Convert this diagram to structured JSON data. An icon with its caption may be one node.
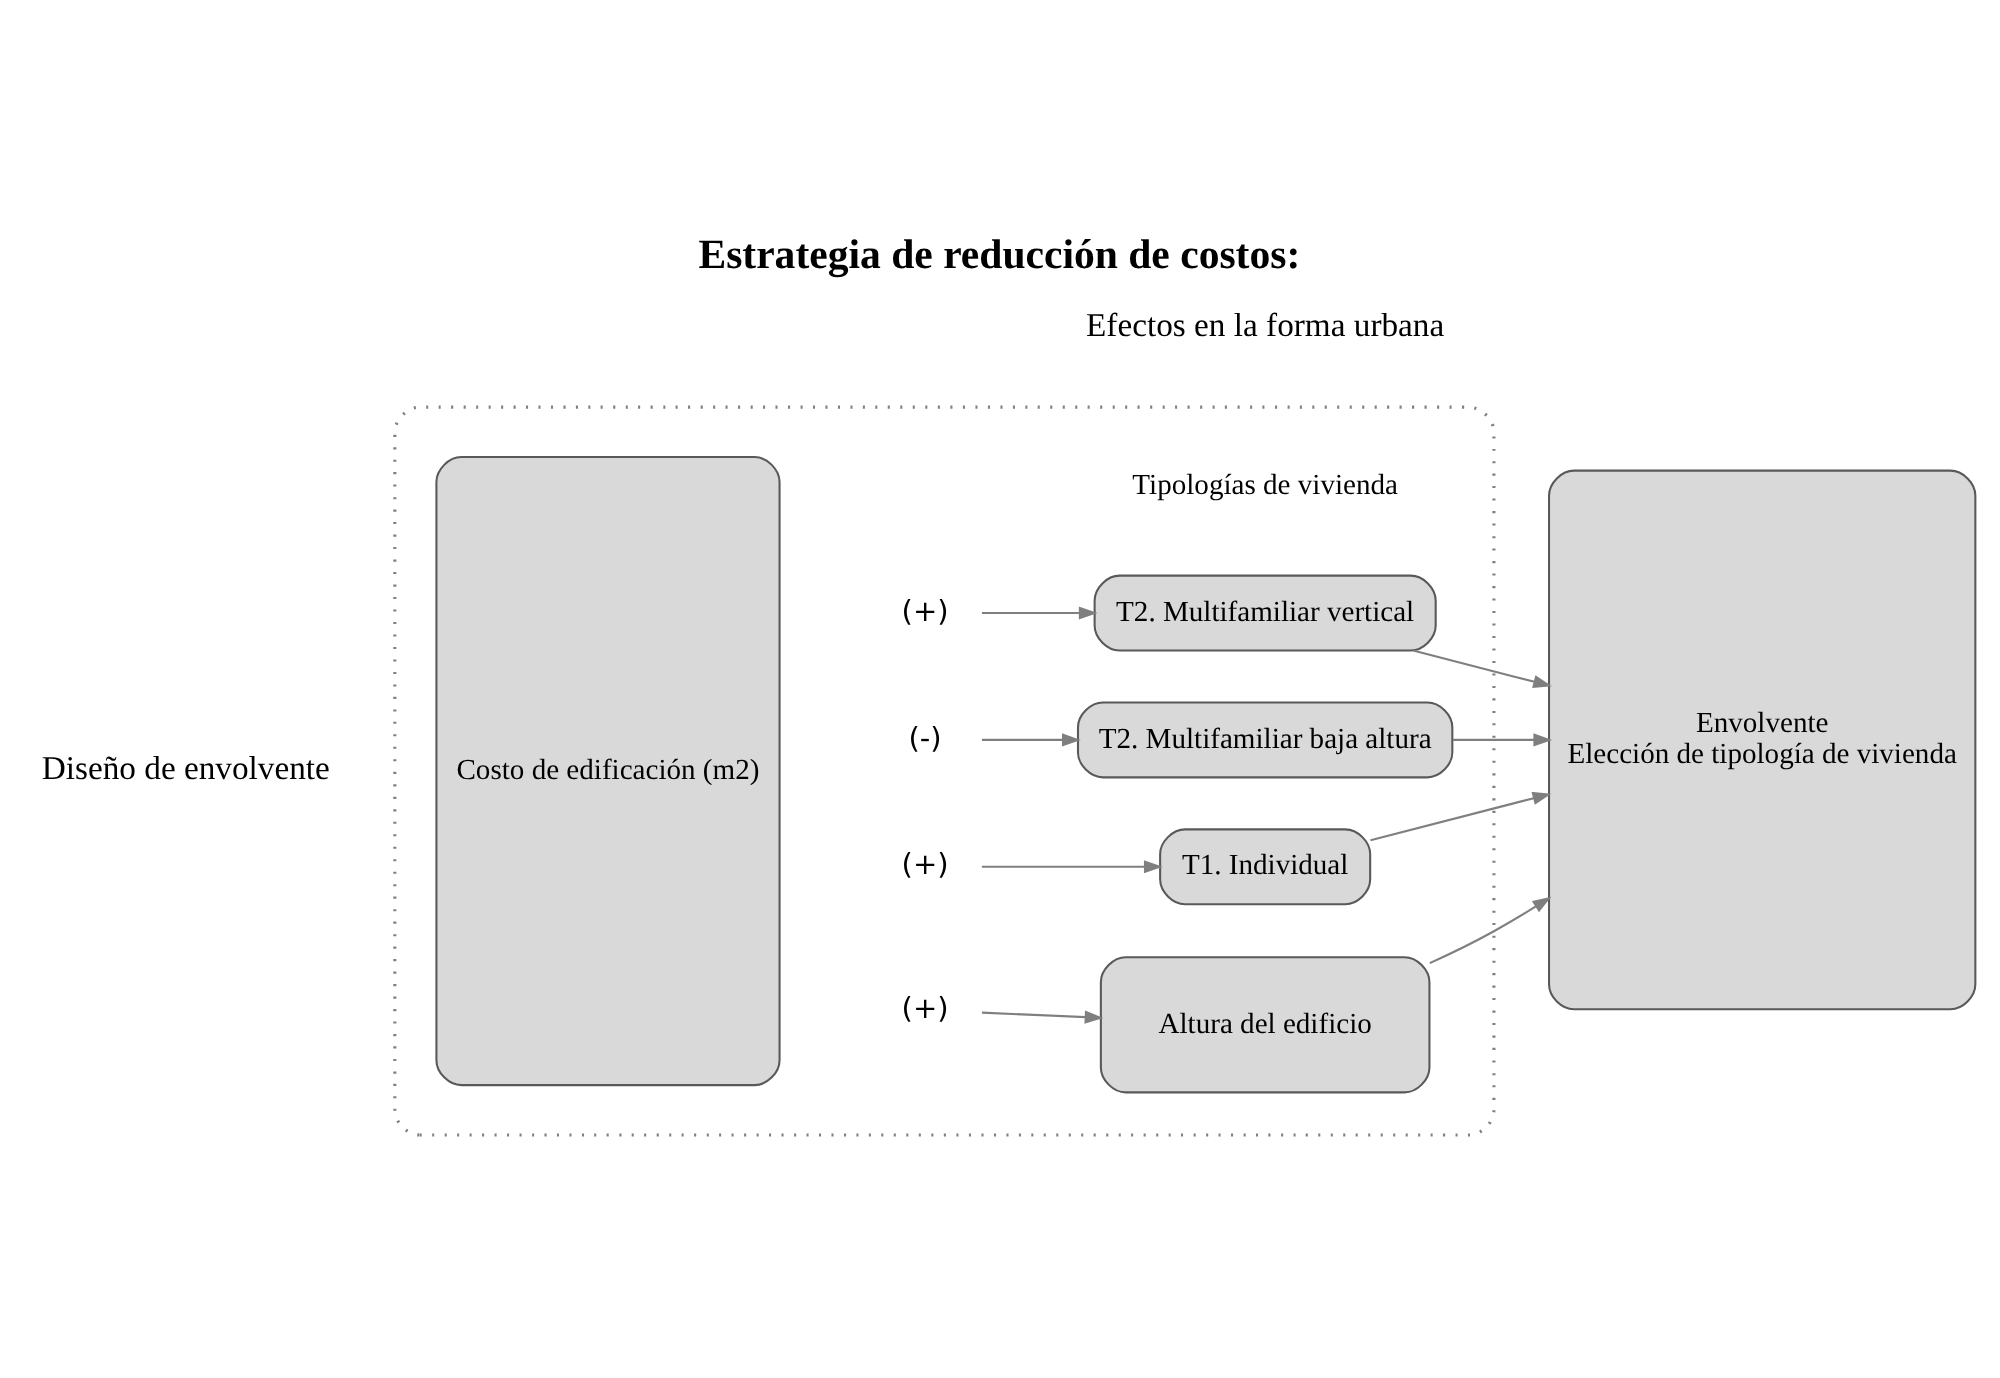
{
  "diagram": {
    "title": "Estrategia de reducción de costos:",
    "nodes": [
      {
        "text": [],
        "shape": "box"
      },
      {
        "text": [
          "Costo de edificación (m2)"
        ],
        "in": 0
      },
      {
        "text": [
          "(+)"
        ],
        "in": 0
      },
      {
        "text": [
          "Altura del edificio"
        ],
        "in": 0
      },
      {
        "text": [
          "(+)"
        ],
        "in": 0
      },
      {
        "text": [
          "T1. Individual"
        ],
        "in": 0
      },
      {
        "text": [
          "(-)"
        ],
        "in": 0
      },
      {
        "text": [
          "T2. Multifamiliar baja altura"
        ],
        "in": 0
      },
      {
        "text": [
          "(+)"
        ],
        "in": 0
      },
      {
        "text": [
          "T2. Multifamiliar vertical"
        ],
        "in": 0
      },
      {
        "text": [
          "Envolvente",
          "Elección de tipología de vivienda"
        ]
      }
    ],
    "edges": [
      {
        "from": 2,
        "to": 3,
        "arrow": "to"
      },
      {
        "from": 4,
        "to": 5,
        "arrow": "to"
      },
      {
        "from": 6,
        "to": 7,
        "arrow": "to"
      },
      {
        "from": 8,
        "to": 9,
        "arrow": "to"
      },
      {
        "from": 3,
        "to": 10,
        "arrow": "to"
      },
      {
        "from": 5,
        "to": 10,
        "arrow": "to"
      },
      {
        "from": 7,
        "to": 10,
        "arrow": "to"
      },
      {
        "from": 9,
        "to": 10,
        "arrow": "to"
      }
    ],
    "labels": [
      "Diseño de envolvente",
      "Efectos en la forma urbana",
      "Tipologías de vivienda"
    ]
  }
}
